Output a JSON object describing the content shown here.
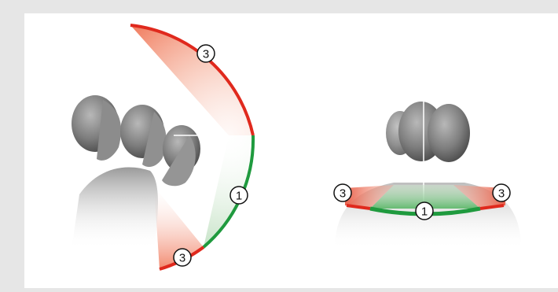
{
  "colors": {
    "background": "#e6e6e6",
    "panel": "#ffffff",
    "red_zone": "#e0291d",
    "green_zone": "#1f9a3e",
    "skin": "#7a7a7a"
  },
  "left_figure": {
    "upper_zone_badge": "3",
    "middle_zone_badge": "1",
    "lower_zone_badge": "3"
  },
  "right_figure": {
    "left_zone_badge": "3",
    "center_zone_badge": "1",
    "right_zone_badge": "3"
  }
}
